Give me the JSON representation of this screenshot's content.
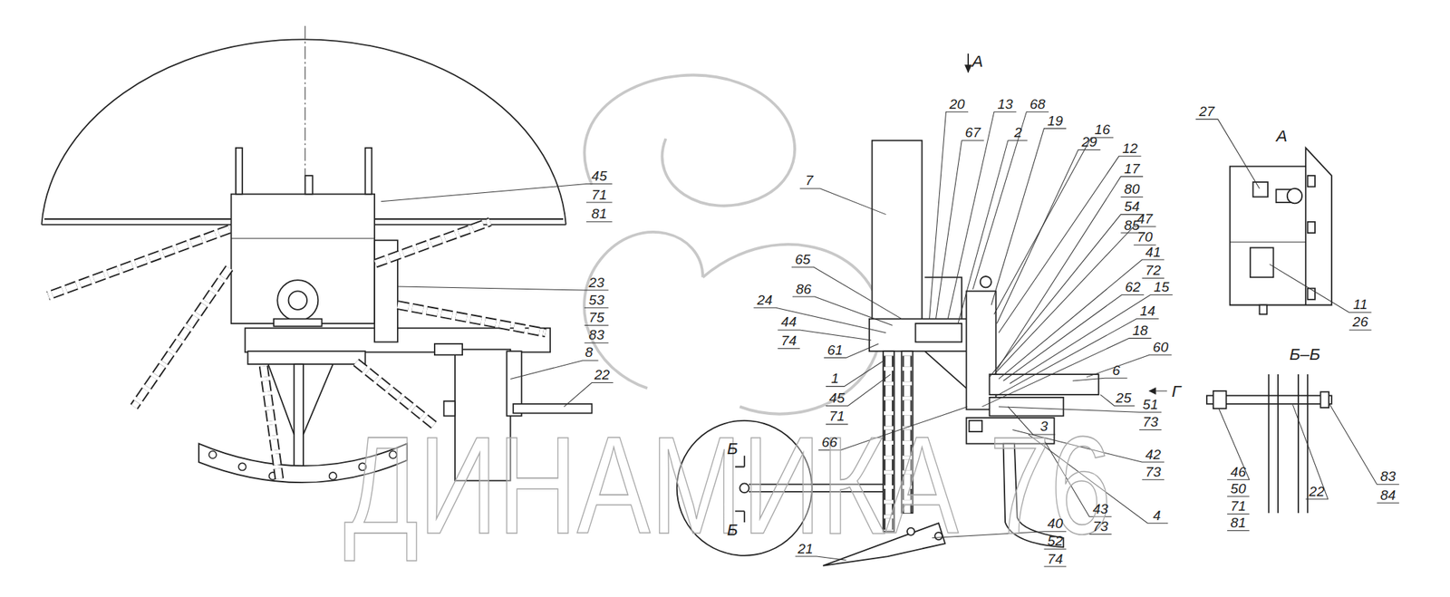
{
  "diagram": {
    "labels": [
      "45",
      "71",
      "81",
      "23",
      "53",
      "75",
      "83",
      "8",
      "22",
      "А",
      "20",
      "13",
      "68",
      "67",
      "2",
      "19",
      "16",
      "29",
      "12",
      "17",
      "80",
      "54",
      "85",
      "47",
      "70",
      "41",
      "72",
      "62",
      "15",
      "14",
      "18",
      "60",
      "6",
      "25",
      "Г",
      "51",
      "73",
      "3",
      "42",
      "73",
      "43",
      "73",
      "4",
      "7",
      "65",
      "86",
      "24",
      "44",
      "74",
      "61",
      "1",
      "45",
      "71",
      "66",
      "Б",
      "Б",
      "21",
      "40",
      "52",
      "74",
      "27",
      "А",
      "11",
      "26",
      "Б–Б",
      "46",
      "50",
      "71",
      "81",
      "22",
      "83",
      "84",
      "ДИНАМИКА 76"
    ]
  }
}
